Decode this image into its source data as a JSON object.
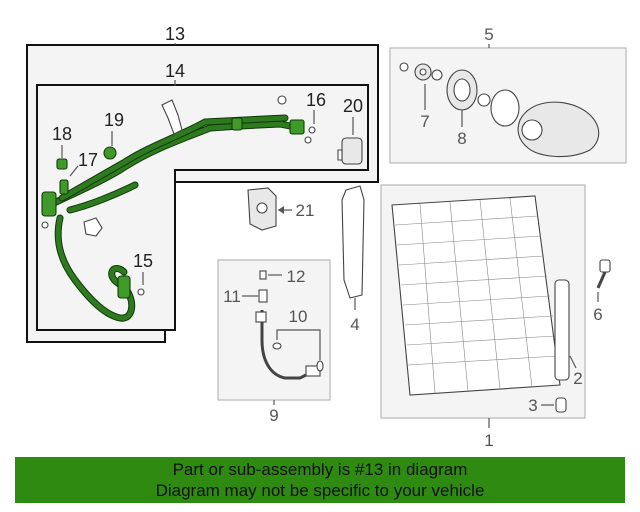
{
  "callouts": {
    "c1": "1",
    "c2": "2",
    "c3": "3",
    "c4": "4",
    "c5": "5",
    "c6": "6",
    "c7": "7",
    "c8": "8",
    "c9": "9",
    "c10": "10",
    "c11": "11",
    "c12": "12",
    "c13": "13",
    "c14": "14",
    "c15": "15",
    "c16": "16",
    "c17": "17",
    "c18": "18",
    "c19": "19",
    "c20": "20",
    "c21": "21"
  },
  "banner": {
    "line1": "Part or sub-assembly is #13 in diagram",
    "line2": "Diagram may not be specific to your vehicle"
  },
  "colors": {
    "highlight": "#2f8a12",
    "hose": "#2e7a1e"
  }
}
